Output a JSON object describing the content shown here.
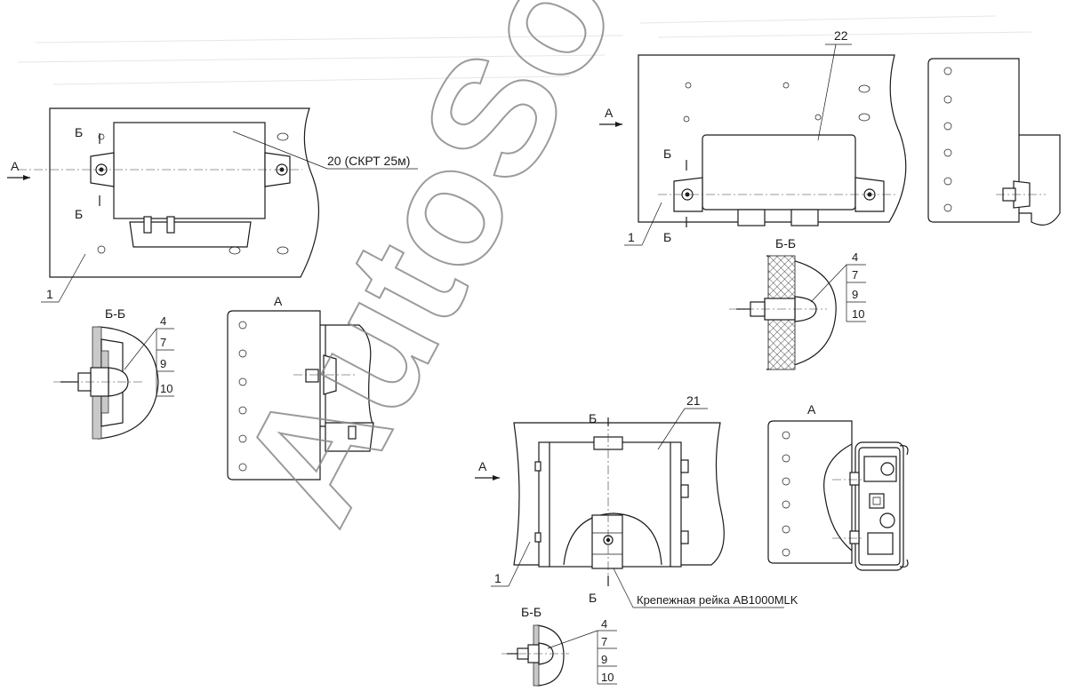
{
  "watermark": "AutoSoft",
  "view_label_a": "А",
  "section_mark": "Б",
  "section_title": "Б-Б",
  "callouts": {
    "part_1": "1",
    "part_20": "20 (СКРТ 25м)",
    "part_21": "21",
    "part_22": "22",
    "part_4": "4",
    "part_7": "7",
    "part_9": "9",
    "part_10": "10",
    "mounting_rail": "Крепежная рейка АВ1000MLK"
  }
}
